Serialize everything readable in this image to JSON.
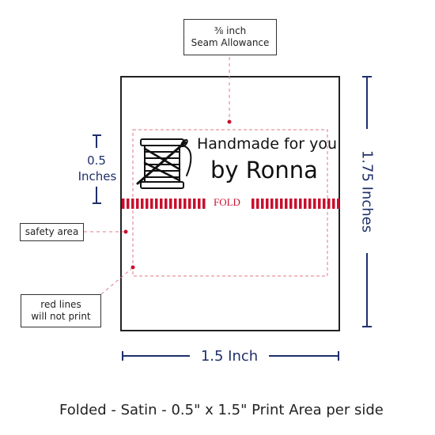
{
  "seam_callout": {
    "fraction": "⅜ inch",
    "label": "Seam Allowance"
  },
  "safety_callout": "safety area",
  "redlines_callout": {
    "line1": "red lines",
    "line2": "will not print"
  },
  "label": {
    "line1": "Handmade for you",
    "line2": "by Ronna",
    "fold": "FOLD",
    "icon": "thread-spool-needle-icon"
  },
  "dims": {
    "half_inch_value": "0.5",
    "half_inch_unit": "Inches",
    "height": "1.75 Inches",
    "width": "1.5 Inch"
  },
  "caption": "Folded - Satin - 0.5\" x 1.5\" Print Area per side",
  "colors": {
    "fold_red": "#c8102e",
    "dim_navy": "#1f2f6b",
    "safety_pink": "#e07a8a"
  }
}
